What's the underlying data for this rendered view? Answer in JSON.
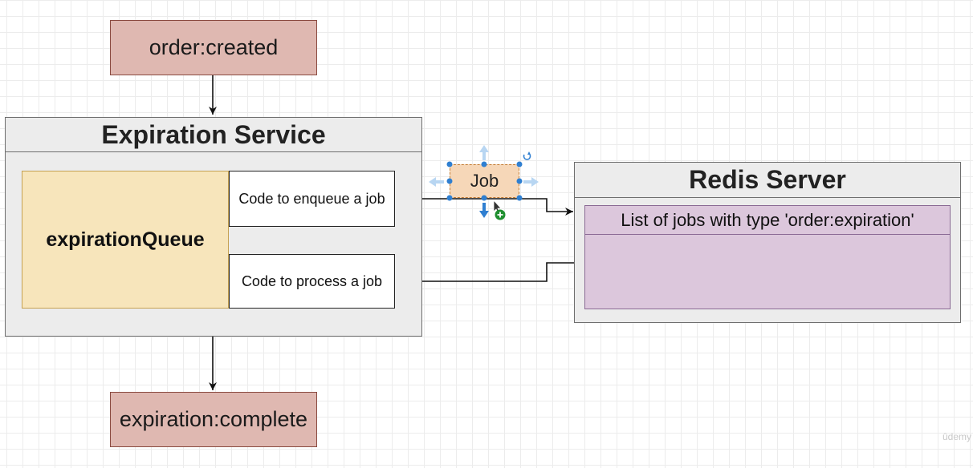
{
  "events": {
    "order_created": "order:created",
    "expiration_complete": "expiration:complete"
  },
  "expiration_service": {
    "title": "Expiration Service",
    "queue_label": "expirationQueue",
    "enqueue_label": "Code to enqueue a job",
    "process_label": "Code to process a job"
  },
  "redis_server": {
    "title": "Redis Server",
    "list_label": "List of jobs with type 'order:expiration'"
  },
  "job_label": "Job",
  "watermark": "ûdemy",
  "colors": {
    "event_fill": "#dfb8b1",
    "queue_fill": "#f7e5bb",
    "list_fill": "#dcc7dc",
    "job_fill": "#f6d7b8",
    "selection": "#2f7fd1",
    "add_badge": "#1f8f2f"
  }
}
